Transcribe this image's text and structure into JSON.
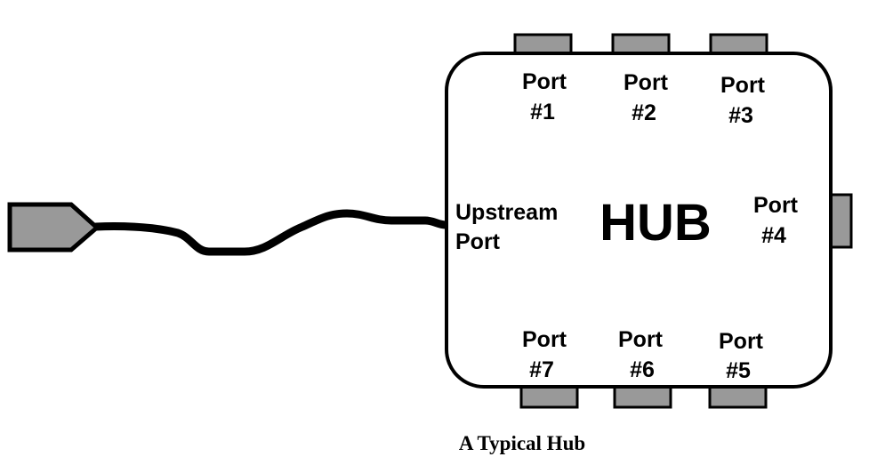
{
  "title": "HUB",
  "caption": "A Typical Hub",
  "upstream": {
    "line1": "Upstream",
    "line2": "Port"
  },
  "ports": [
    {
      "line1": "Port",
      "line2": "#1"
    },
    {
      "line1": "Port",
      "line2": "#2"
    },
    {
      "line1": "Port",
      "line2": "#3"
    },
    {
      "line1": "Port",
      "line2": "#4"
    },
    {
      "line1": "Port",
      "line2": "#5"
    },
    {
      "line1": "Port",
      "line2": "#6"
    },
    {
      "line1": "Port",
      "line2": "#7"
    }
  ],
  "colors": {
    "port_fill": "#999999",
    "stroke": "#000000"
  }
}
